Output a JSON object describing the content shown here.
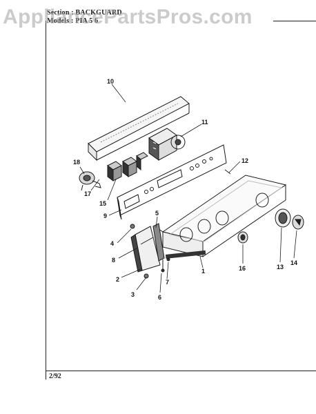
{
  "header": {
    "section_line": "Section : BACKGUARD",
    "models_line": "Models : PIA 5 6"
  },
  "page_number": "2/92",
  "watermark": "AppliancePartsPros.com",
  "callouts": [
    {
      "id": "1"
    },
    {
      "id": "2"
    },
    {
      "id": "3"
    },
    {
      "id": "4"
    },
    {
      "id": "5"
    },
    {
      "id": "6"
    },
    {
      "id": "7"
    },
    {
      "id": "8"
    },
    {
      "id": "9"
    },
    {
      "id": "10"
    },
    {
      "id": "11"
    },
    {
      "id": "12"
    },
    {
      "id": "13"
    },
    {
      "id": "14"
    },
    {
      "id": "15"
    },
    {
      "id": "16"
    },
    {
      "id": "17"
    },
    {
      "id": "18"
    }
  ]
}
